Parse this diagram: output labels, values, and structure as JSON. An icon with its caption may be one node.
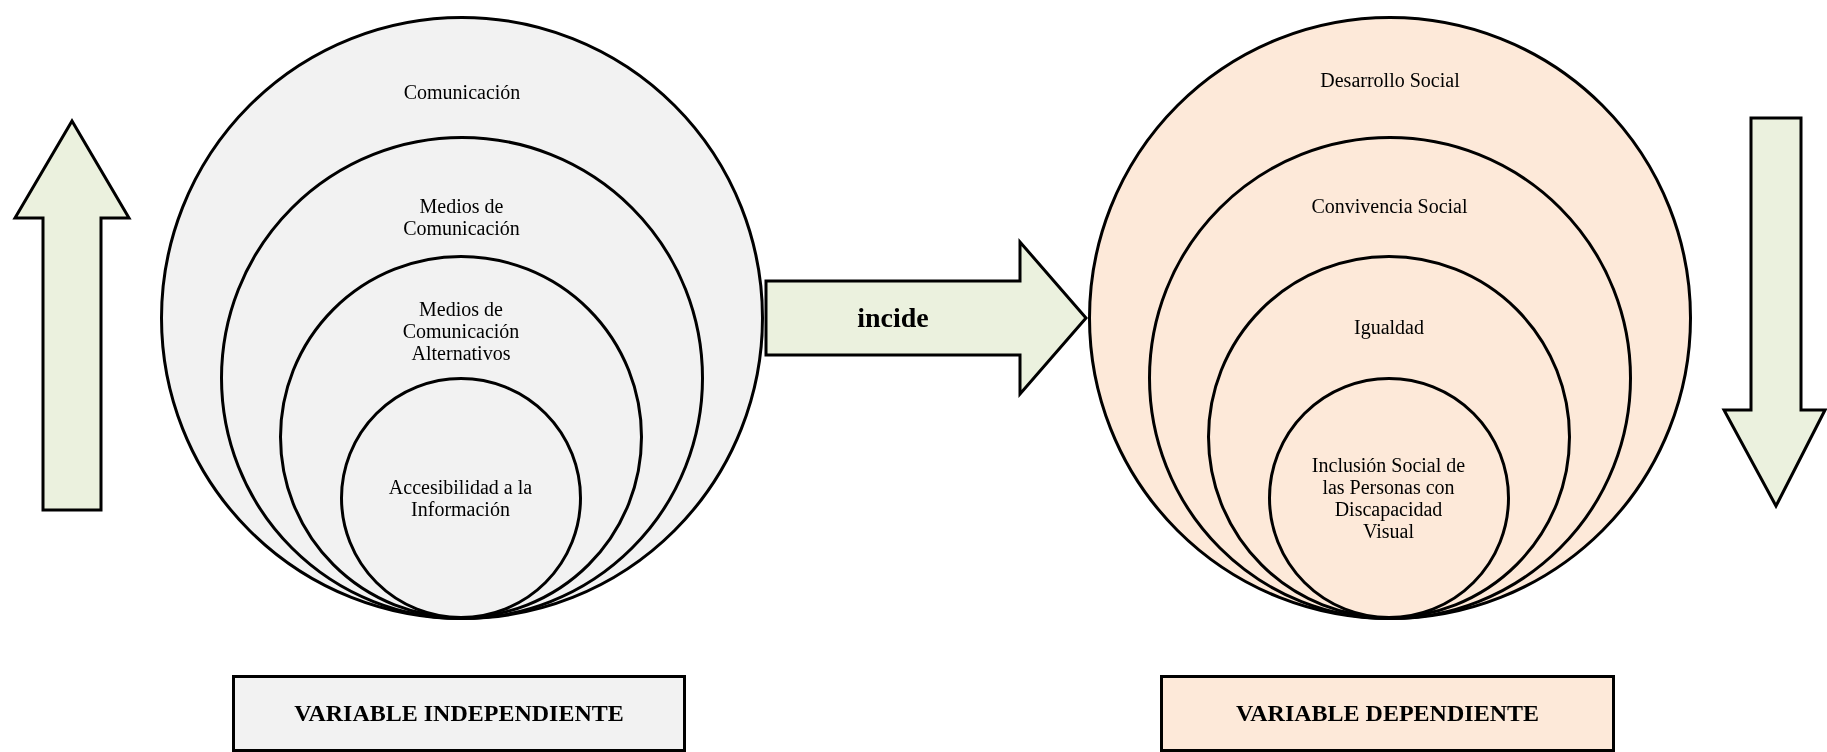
{
  "diagram": {
    "nodes": [
      {
        "text": [
          "Comunicación"
        ]
      },
      {
        "text": [
          "Medios de Comunicación"
        ],
        "in": 0
      },
      {
        "text": [
          "Medios de Comunicación Alternativos"
        ],
        "in": 1
      },
      {
        "text": [
          "Accesibilidad a la Información"
        ],
        "in": 2
      },
      {
        "text": [
          "Desarrollo Social"
        ]
      },
      {
        "text": [
          "Convivencia Social"
        ],
        "in": 4
      },
      {
        "text": [
          "Igualdad"
        ],
        "in": 5
      },
      {
        "text": [
          "Inclusión Social de las Personas con Discapacidad Visual"
        ],
        "in": 6
      },
      {
        "text": [
          "VARIABLE INDEPENDIENTE"
        ]
      },
      {
        "text": [
          "VARIABLE DEPENDIENTE"
        ]
      }
    ],
    "edges": [
      {
        "from": 0,
        "to": 4,
        "label": "incide",
        "arrow": "to"
      }
    ]
  }
}
